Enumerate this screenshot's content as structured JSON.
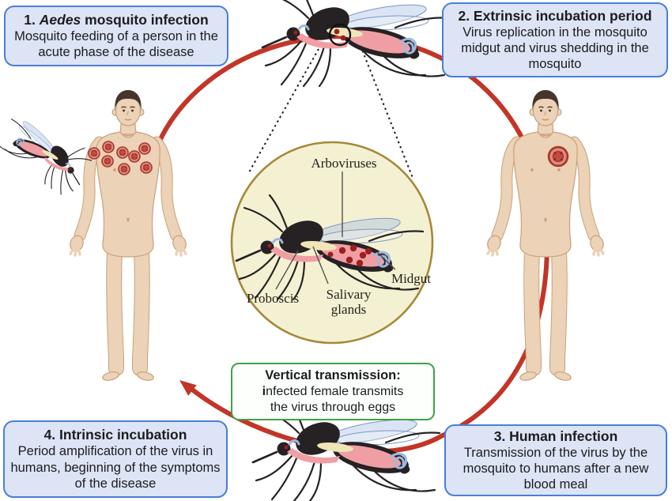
{
  "colors": {
    "box_fill": "#dde4f5",
    "box_border": "#4a7edb",
    "box_text": "#1c1c1e",
    "green_border": "#43a047",
    "circle_fill": "#f4f1d3",
    "circle_border": "#a5893a",
    "arrow_red": "#c23527",
    "skin": "#ecd2b6",
    "skin_outline": "#c9a17b",
    "hair": "#46352e",
    "mosquito_black": "#262123",
    "mosquito_pink": "#ef9fa4",
    "mosquito_cream": "#efe5b6",
    "mosquito_blue": "#9db8e2",
    "virus_dot": "#9c1f1f",
    "lesion_outer": "#dd8d80",
    "lesion_ring": "#a8392d",
    "lesion_inner": "#bf4d41"
  },
  "steps": {
    "step1": {
      "title_prefix": "1. ",
      "title_italic": "Aedes",
      "title_suffix": " mosquito infection",
      "body": "Mosquito feeding of a person in the acute phase of the disease"
    },
    "step2": {
      "title": "2. Extrinsic incubation period",
      "body": "Virus replication in the mosquito midgut and virus shedding in the mosquito"
    },
    "step3": {
      "title": "3. Human infection",
      "body": "Transmission of the virus by the mosquito to humans after a new blood meal"
    },
    "step4": {
      "title": "4. Intrinsic incubation",
      "body": "Period amplification of the virus in humans, beginning of the symptoms of the disease"
    }
  },
  "magnifier": {
    "labels": {
      "arboviruses": "Arboviruses",
      "proboscis": "Proboscis",
      "salivary_l1": "Salivary",
      "salivary_l2": "glands",
      "midgut": "Midgut"
    }
  },
  "vertical_transmission": {
    "title": "Vertical transmission:",
    "line1_bold": "i",
    "line1_rest": "nfected female transmits",
    "line2": "the virus through eggs"
  },
  "figures": {
    "left_human": "person-in-acute-phase-with-rash",
    "right_human": "newly-infected-person",
    "cycle_arrow": "clockwise-transmission-cycle-arrow",
    "magnifier_circle": "mosquito-anatomy-magnified-view"
  }
}
